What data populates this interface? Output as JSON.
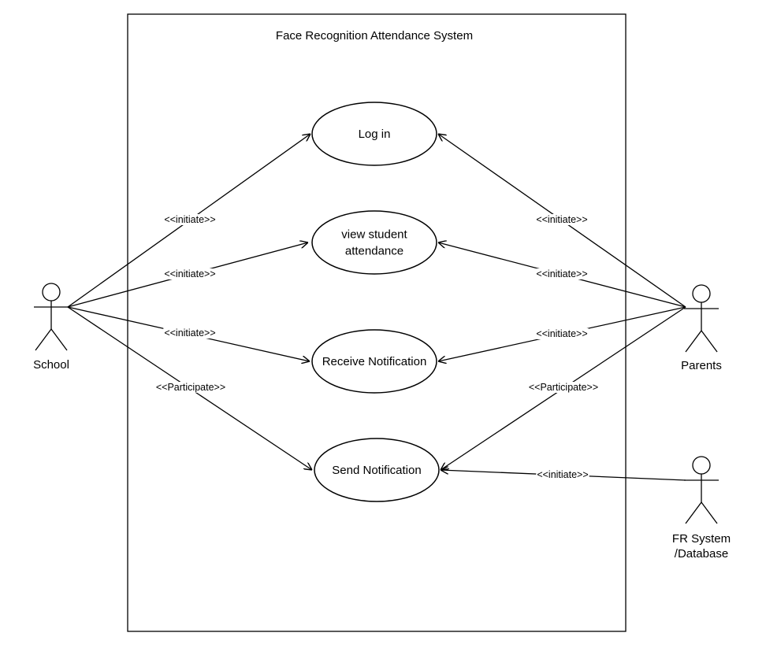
{
  "system": {
    "title": "Face Recognition Attendance System"
  },
  "use_cases": [
    {
      "id": "login",
      "lines": [
        "Log in"
      ]
    },
    {
      "id": "view",
      "lines": [
        "view student",
        "attendance"
      ]
    },
    {
      "id": "receive",
      "lines": [
        "Receive Notification"
      ]
    },
    {
      "id": "send",
      "lines": [
        "Send Notification"
      ]
    }
  ],
  "actors": [
    {
      "id": "school",
      "lines": [
        "School"
      ]
    },
    {
      "id": "parents",
      "lines": [
        "Parents"
      ]
    },
    {
      "id": "fr",
      "lines": [
        "FR System",
        "/Database"
      ]
    }
  ],
  "relations": [
    {
      "from": "school",
      "to": "login",
      "label": "<<initiate>>"
    },
    {
      "from": "school",
      "to": "view",
      "label": "<<initiate>>"
    },
    {
      "from": "school",
      "to": "receive",
      "label": "<<initiate>>"
    },
    {
      "from": "school",
      "to": "send",
      "label": "<<Participate>>"
    },
    {
      "from": "parents",
      "to": "login",
      "label": "<<initiate>>"
    },
    {
      "from": "parents",
      "to": "view",
      "label": "<<initiate>>"
    },
    {
      "from": "parents",
      "to": "receive",
      "label": "<<initiate>>"
    },
    {
      "from": "parents",
      "to": "send",
      "label": "<<Participate>>"
    },
    {
      "from": "fr",
      "to": "send",
      "label": "<<initiate>>"
    }
  ]
}
